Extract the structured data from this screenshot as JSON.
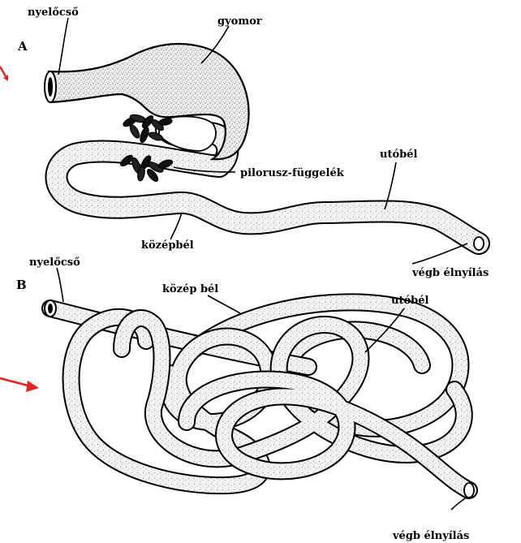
{
  "panels": {
    "a": {
      "panel_label": "A",
      "labels": {
        "nyelocso": "nyelőcső",
        "gyomor": "gyomor",
        "pilorusz": "pilorusz-függelék",
        "utobel": "utóbél",
        "kozepbel": "középbél",
        "vegbelnyilas": "végb élnyílás"
      }
    },
    "b": {
      "panel_label": "B",
      "labels": {
        "nyelocso": "nyelőcső",
        "kozepbel": "közép bél",
        "utobel": "utóbél",
        "vegbelnyilas": "végb élnyílás"
      }
    }
  },
  "colors": {
    "ink": "#000000",
    "stipple_base": "#f2f2f2",
    "stipple_dot": "#8a8a8a",
    "arrow": "#e8231d"
  }
}
